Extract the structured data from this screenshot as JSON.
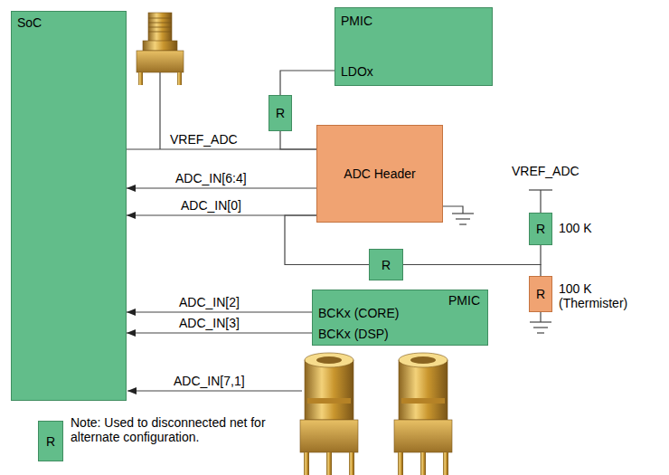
{
  "diagram": {
    "nodes": [
      {
        "text": [
          "SoC"
        ]
      },
      {
        "text": [
          "PMIC",
          "LDOx"
        ]
      },
      {
        "text": [
          "R"
        ]
      },
      {
        "text": [
          "ADC Header"
        ]
      },
      {
        "text": [
          "R"
        ]
      },
      {
        "text": [
          "R"
        ]
      },
      {
        "text": [
          "R"
        ]
      },
      {
        "text": [
          "PMIC",
          "BCKx (CORE)",
          "BCKx (DSP)"
        ]
      },
      {
        "text": [
          "R"
        ]
      }
    ],
    "edges": [
      {
        "from": 1,
        "to": 2,
        "arrow": "none"
      },
      {
        "from": 0,
        "to": 3,
        "label": "VREF_ADC",
        "arrow": "none"
      },
      {
        "from": 2,
        "to": 3,
        "arrow": "none"
      },
      {
        "from": 3,
        "to": 0,
        "label": "ADC_IN[6:4]",
        "arrow": "to"
      },
      {
        "from": 3,
        "to": 0,
        "label": "ADC_IN[0]",
        "arrow": "to"
      },
      {
        "from": 4,
        "to": 3,
        "arrow": "none"
      },
      {
        "from": 4,
        "to": 5,
        "arrow": "none"
      },
      {
        "from": 4,
        "to": 6,
        "arrow": "none"
      },
      {
        "from": 7,
        "to": 0,
        "label": "ADC_IN[2]",
        "arrow": "to"
      },
      {
        "from": 7,
        "to": 0,
        "label": "ADC_IN[3]",
        "arrow": "to"
      }
    ],
    "labels": [
      "VREF_ADC",
      "100 K",
      "100 K (Thermister)",
      "ADC_IN[7,1]",
      "Note: Used to disconnected net for alternate configuration."
    ]
  }
}
